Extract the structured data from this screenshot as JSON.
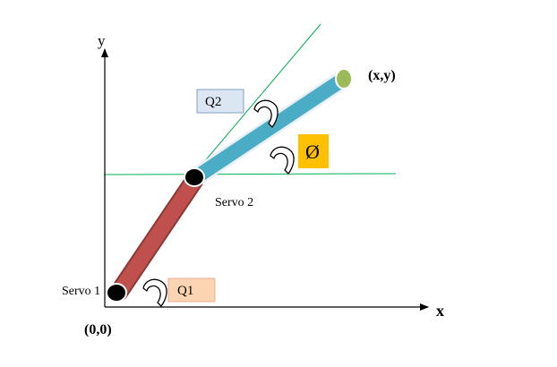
{
  "axes": {
    "x_label": "x",
    "y_label": "y",
    "origin_label": "(0,0)"
  },
  "servos": {
    "servo1_label": "Servo 1",
    "servo2_label": "Servo 2"
  },
  "angles": {
    "q1_label": "Q1",
    "q2_label": "Q2",
    "phi_label": "Ø"
  },
  "end_effector": {
    "label": "(x,y)"
  },
  "colors": {
    "link1": "#c0504d",
    "link2": "#4bacc6",
    "joint": "#000000",
    "end_effector": "#9bbb59",
    "guide_line": "#00b050",
    "q1_box": "#fbd4b4",
    "q2_box": "#dce6f2",
    "phi_box": "#ffc000"
  }
}
